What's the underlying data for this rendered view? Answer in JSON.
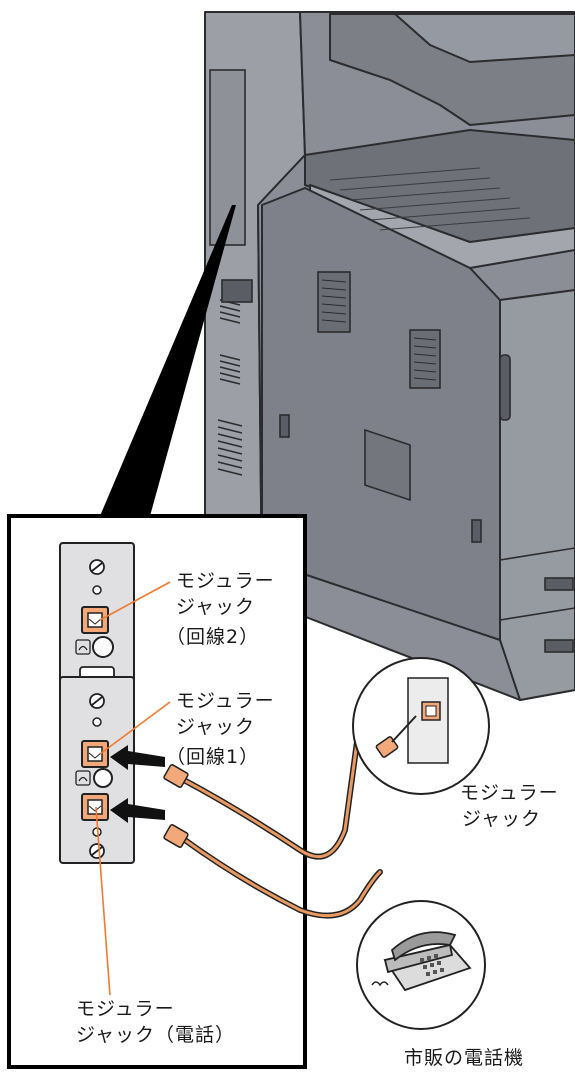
{
  "labels": {
    "line2_jack": [
      "モジュラー",
      "ジャック",
      "（回線2）"
    ],
    "line1_jack": [
      "モジュラー",
      "ジャック",
      "（回線1）"
    ],
    "phone_jack": [
      "モジュラー",
      "ジャック（電話）"
    ],
    "wall_jack": [
      "モジュラー",
      "ジャック"
    ],
    "telephone": "市販の電話機"
  },
  "colors": {
    "machine_body": "#8b8e96",
    "machine_dark": "#5a5d63",
    "jack_orange": "#f2a878",
    "cable_orange": "#e99a62",
    "leader_orange": "#f07a30"
  },
  "icons": [
    "screw-icon",
    "modular-jack-icon",
    "telephone-icon",
    "wall-socket-icon",
    "cable-plug-icon",
    "insert-arrow-icon"
  ]
}
